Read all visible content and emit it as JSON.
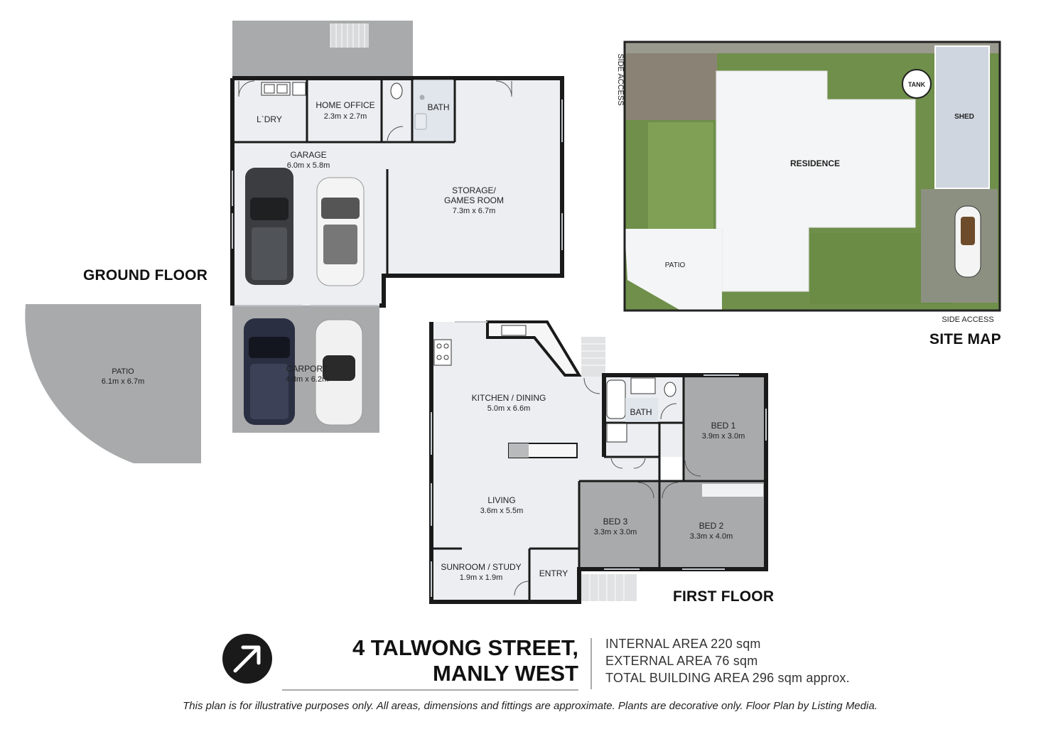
{
  "plan": {
    "ground_floor": {
      "title": "GROUND FLOOR",
      "rooms": {
        "laundry": {
          "name": "L`DRY"
        },
        "home_office": {
          "name": "HOME OFFICE",
          "size": "2.3m x 2.7m"
        },
        "bath": {
          "name": "BATH"
        },
        "garage": {
          "name": "GARAGE",
          "size": "6.0m x 5.8m"
        },
        "storage": {
          "name": "STORAGE/",
          "name2": "GAMES ROOM",
          "size": "7.3m x 6.7m"
        },
        "carport": {
          "name": "CARPORT",
          "size": "4.8m x 6.2m"
        },
        "patio": {
          "name": "PATIO",
          "size": "6.1m x 6.7m"
        }
      }
    },
    "first_floor": {
      "title": "FIRST FLOOR",
      "rooms": {
        "kitchen": {
          "name": "KITCHEN / DINING",
          "size": "5.0m x 6.6m"
        },
        "living": {
          "name": "LIVING",
          "size": "3.6m x 5.5m"
        },
        "sunroom": {
          "name": "SUNROOM / STUDY",
          "size": "1.9m x 1.9m"
        },
        "entry": {
          "name": "ENTRY"
        },
        "bath": {
          "name": "BATH"
        },
        "bed1": {
          "name": "BED 1",
          "size": "3.9m x 3.0m"
        },
        "bed2": {
          "name": "BED 2",
          "size": "3.3m x 4.0m"
        },
        "bed3": {
          "name": "BED 3",
          "size": "3.3m x 3.0m"
        }
      }
    },
    "site_map": {
      "title": "SITE MAP",
      "labels": {
        "residence": "RESIDENCE",
        "shed": "SHED",
        "tank": "TANK",
        "patio": "PATIO",
        "side_access_left": "SIDE ACCESS",
        "side_access_bottom": "SIDE ACCESS"
      }
    },
    "address": {
      "line1": "4 TALWONG STREET,",
      "line2": "MANLY WEST"
    },
    "areas": {
      "internal": "INTERNAL AREA 220 sqm",
      "external": "EXTERNAL AREA 76 sqm",
      "total": "TOTAL BUILDING AREA 296 sqm approx."
    },
    "disclaimer": "This plan is for illustrative purposes only. All areas, dimensions and fittings are approximate. Plants are decorative only. Floor Plan by Listing Media.",
    "colors": {
      "wall": "#1a1a1a",
      "floor": "#eceef1",
      "bedroom": "#a9aaab",
      "outdoor": "#a6a7a8",
      "grass": "#6f8f4a",
      "paving": "#8a8275"
    }
  }
}
